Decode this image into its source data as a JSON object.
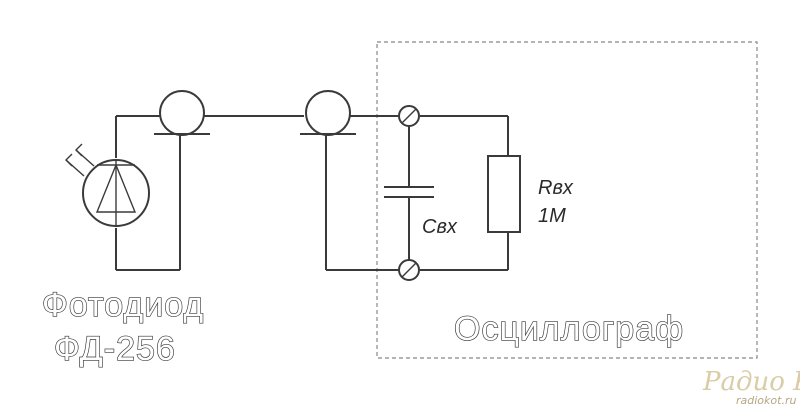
{
  "diagram": {
    "photodiode_name": "Фотодиод",
    "photodiode_model": "ФД-256",
    "capacitor_label": "Cвх",
    "resistor_label": "Rвх",
    "resistor_value": "1M",
    "oscilloscope_label": "Осциллограф"
  },
  "watermark": {
    "brand": "Радио КОТ",
    "site": "radiokot.ru"
  }
}
